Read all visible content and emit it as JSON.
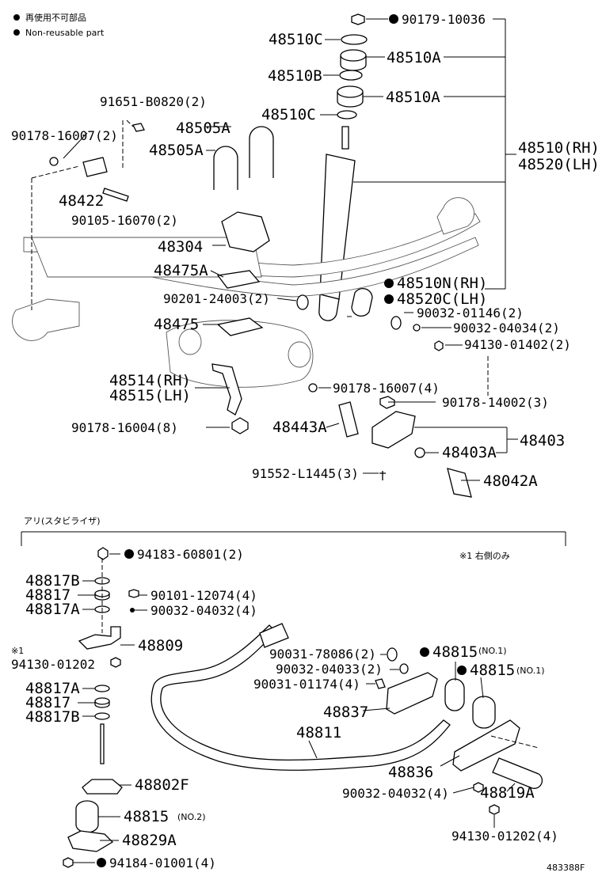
{
  "legend": {
    "marker": "●",
    "ja": "再使用不可部品",
    "en": "Non-reusable part"
  },
  "stabilizer_section_title": "アリ(スタビライザ)",
  "note_right_side": "※1 右側のみ",
  "note_marker": "※1",
  "footer_code": "483388F",
  "labels": {
    "p90179_10036": "90179-10036",
    "p48510C_top": "48510C",
    "p48510A_top": "48510A",
    "p48510B": "48510B",
    "p48510A_mid": "48510A",
    "p48510C_mid": "48510C",
    "p48510RH": "48510(RH)",
    "p48520LH": "48520(LH)",
    "p91651": "91651-B0820(2)",
    "p90178_16007_2": "90178-16007(2)",
    "p48505A_1": "48505A",
    "p48505A_2": "48505A",
    "p48422": "48422",
    "p90105": "90105-16070(2)",
    "p48304": "48304",
    "p48475A": "48475A",
    "p48510N": "48510N(RH)",
    "p48520C": "48520C(LH)",
    "p90201": "90201-24003(2)",
    "p90032_01146": "90032-01146(2)",
    "p48475": "48475",
    "p90032_04034": "90032-04034(2)",
    "p94130_01402": "94130-01402(2)",
    "p48514": "48514(RH)",
    "p48515": "48515(LH)",
    "p90178_16007_4": "90178-16007(4)",
    "p90178_14002": "90178-14002(3)",
    "p90178_16004": "90178-16004(8)",
    "p48443A": "48443A",
    "p48403": "48403",
    "p48403A": "48403A",
    "p91552": "91552-L1445(3)",
    "p48042A": "48042A",
    "p94183": "94183-60801(2)",
    "p48817B_top": "48817B",
    "p48817_top": "48817",
    "p48817A_top": "48817A",
    "p90101": "90101-12074(4)",
    "p90032_04032_top": "90032-04032(4)",
    "p48809": "48809",
    "p90031_78086": "90031-78086(2)",
    "p48815_no1a": "48815",
    "p48815_no1b": "48815",
    "no1a": "(NO.1)",
    "no1b": "(NO.1)",
    "p94130_01202_left": "94130-01202",
    "p90032_04033": "90032-04033(2)",
    "p90031_01174": "90031-01174(4)",
    "p48817A_bot": "48817A",
    "p48817_bot": "48817",
    "p48817B_bot": "48817B",
    "p48837": "48837",
    "p48811": "48811",
    "p48836": "48836",
    "p48802F": "48802F",
    "p90032_04032_bot": "90032-04032(4)",
    "p48819A": "48819A",
    "p48815_no2": "48815",
    "no2": "(NO.2)",
    "p48829A": "48829A",
    "p94130_01202_bot": "94130-01202(4)",
    "p94184": "94184-01001(4)"
  }
}
